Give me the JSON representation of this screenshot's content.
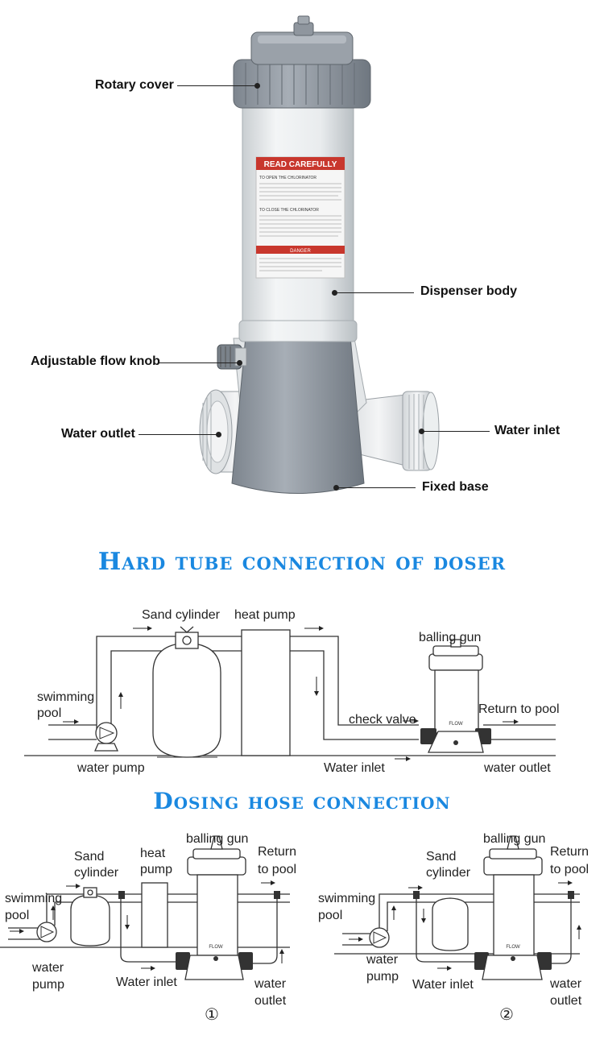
{
  "photo_labels": {
    "rotary_cover": "Rotary cover",
    "dispenser_body": "Dispenser body",
    "flow_knob": "Adjustable flow knob",
    "water_outlet": "Water outlet",
    "water_inlet": "Water inlet",
    "fixed_base": "Fixed base"
  },
  "product_sticker": {
    "title": "READ CAREFULLY",
    "open_heading": "TO OPEN THE CHLORINATOR",
    "close_heading": "TO CLOSE THE CHLORINATOR",
    "danger": "DANGER"
  },
  "section1": {
    "heading": "Hard tube connection of doser",
    "labels": {
      "sand_cylinder": "Sand cylinder",
      "heat_pump": "heat pump",
      "balling_gun": "balling gun",
      "swimming_pool": "swimming\npool",
      "check_valve": "check valve",
      "return_to_pool": "Return to pool",
      "water_pump": "water pump",
      "water_inlet": "Water inlet",
      "water_outlet": "water outlet",
      "flow_mark": "FLOW"
    }
  },
  "section2": {
    "heading": "Dosing hose connection",
    "diagram1": {
      "number": "①",
      "sand": "Sand",
      "cylinder": "cylinder",
      "heat": "heat",
      "pump": "pump",
      "balling_gun": "balling gun",
      "return": "Return",
      "to_pool": "to pool",
      "swimming": "swimming",
      "pool": "pool",
      "water": "water",
      "water_pump_2": "pump",
      "water_inlet": "Water inlet",
      "water_outlet_1": "water",
      "water_outlet_2": "outlet",
      "flow_mark": "FLOW"
    },
    "diagram2": {
      "number": "②",
      "sand": "Sand",
      "cylinder": "cylinder",
      "balling_gun": "balling gun",
      "return": "Return",
      "to_pool": "to pool",
      "swimming": "swimming",
      "pool": "pool",
      "water": "water",
      "water_pump_2": "pump",
      "water_inlet": "Water inlet",
      "water_outlet_1": "water",
      "water_outlet_2": "outlet",
      "flow_mark": "FLOW"
    }
  },
  "colors": {
    "heading_blue": "#1a88e0",
    "cover_gray": "#8c949c",
    "body_white": "#e8ebec",
    "base_gray": "#959da6",
    "sticker_red": "#c8372d"
  }
}
